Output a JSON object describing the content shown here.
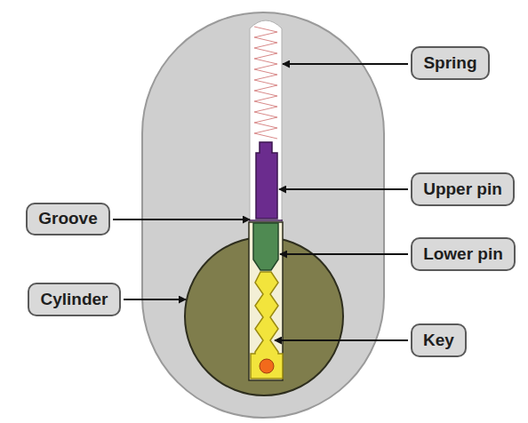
{
  "diagram": {
    "nodes": [
      {
        "text": [
          "Spring"
        ]
      },
      {
        "text": [
          "Upper pin"
        ]
      },
      {
        "text": [
          "Groove"
        ]
      },
      {
        "text": [
          "Lower pin"
        ]
      },
      {
        "text": [
          "Cylinder"
        ]
      },
      {
        "text": [
          "Key"
        ]
      }
    ]
  }
}
